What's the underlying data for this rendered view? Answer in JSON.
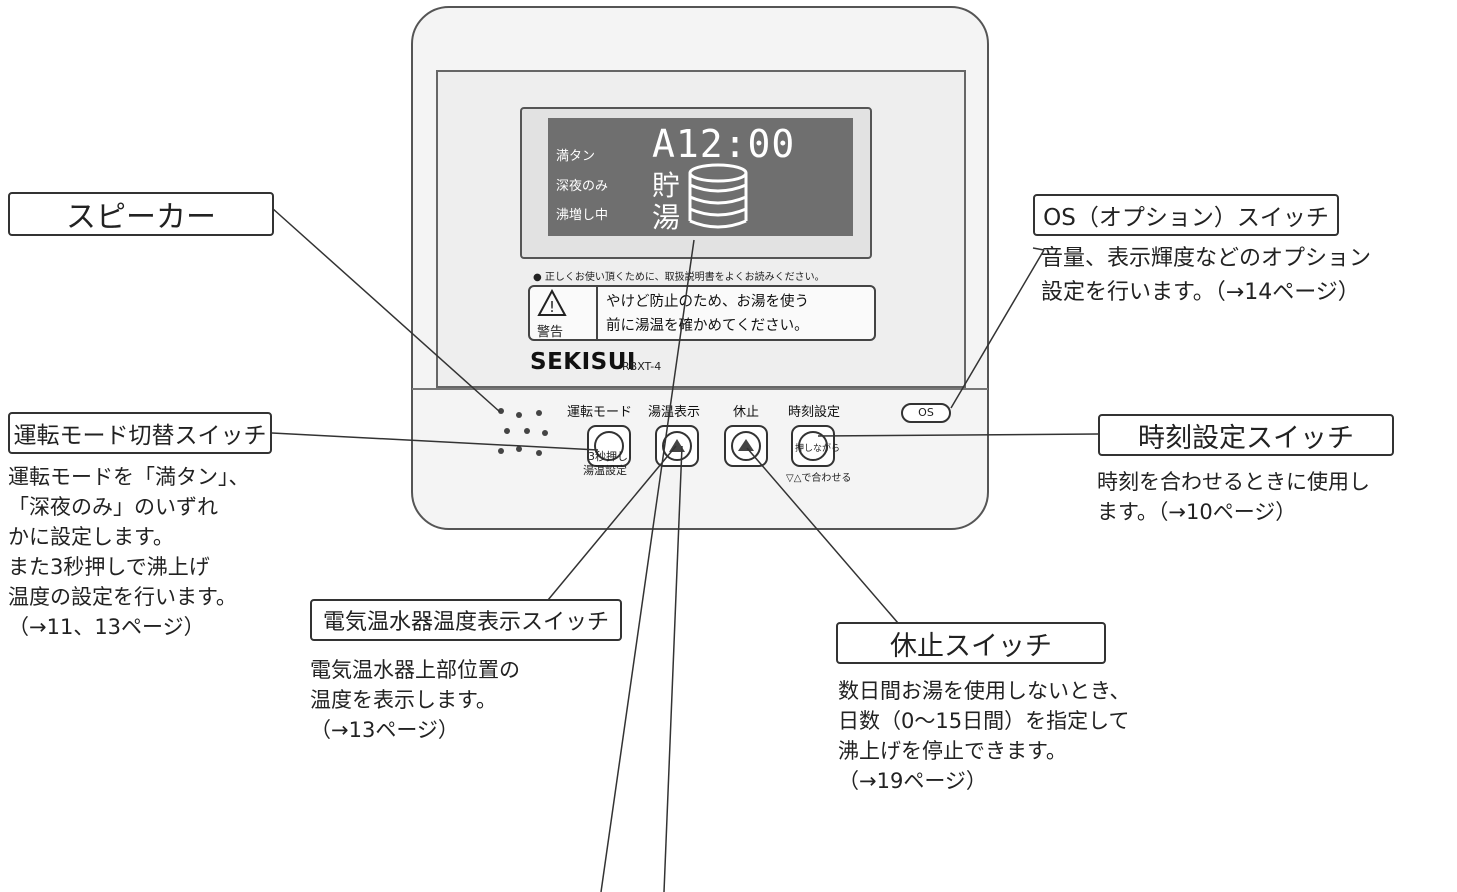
{
  "lcd": {
    "mode_full": "満タン",
    "mode_night": "深夜のみ",
    "mode_heating": "沸増し中",
    "time": "A12:00",
    "storage_char1": "貯",
    "storage_char2": "湯"
  },
  "device": {
    "notice": "● 正しくお使い頂くために、取扱説明書をよくお読みください。",
    "warning_word": "警告",
    "warning_line1": "やけど防止のため、お湯を使う",
    "warning_line2": "前に湯温を確かめてください。",
    "brand": "SEKISUI",
    "model": "RBXT-4",
    "os_label": "OS",
    "buttons": {
      "mode_label": "運転モード",
      "temp_label": "湯温表示",
      "pause_label": "休止",
      "clock_label": "時刻設定",
      "mode_sub1": "3秒押し",
      "mode_sub2": "湯温設定",
      "clock_inner": "押しながら",
      "clock_sub": "▽△で合わせる"
    }
  },
  "callouts": {
    "speaker": {
      "title": "スピーカー"
    },
    "os_switch": {
      "title": "OS（オプション）スイッチ",
      "desc": "音量、表示輝度などのオプション\n設定を行います。（→14ページ）"
    },
    "mode_switch": {
      "title": "運転モード切替スイッチ",
      "desc": "運転モードを「満タン」、\n「深夜のみ」のいずれ\nかに設定します。\nまた3秒押しで沸上げ\n温度の設定を行います。\n（→11、13ページ）"
    },
    "clock_switch": {
      "title": "時刻設定スイッチ",
      "desc": "時刻を合わせるときに使用し\nます。（→10ページ）"
    },
    "temp_switch": {
      "title": "電気温水器温度表示スイッチ",
      "desc": "電気温水器上部位置の\n温度を表示します。\n（→13ページ）"
    },
    "pause_switch": {
      "title": "休止スイッチ",
      "desc": "数日間お湯を使用しないとき、\n日数（0〜15日間）を指定して\n沸上げを停止できます。\n（→19ページ）"
    }
  }
}
